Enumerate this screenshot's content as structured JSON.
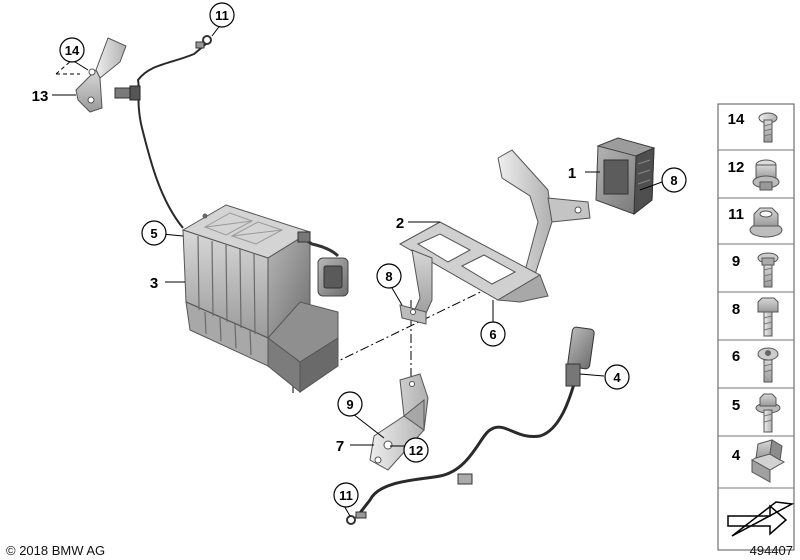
{
  "callouts": {
    "n1": "1",
    "n2": "2",
    "n3": "3",
    "n4": "4",
    "n5": "5",
    "n6": "6",
    "n7": "7",
    "n8a": "8",
    "n8b": "8",
    "n9": "9",
    "n11a": "11",
    "n11b": "11",
    "n12": "12",
    "n13": "13",
    "n14": "14"
  },
  "parts_table": {
    "rows": [
      {
        "num": "14",
        "icon": "flat-head-screw-icon"
      },
      {
        "num": "12",
        "icon": "collar-nut-icon"
      },
      {
        "num": "11",
        "icon": "flange-hex-nut-icon"
      },
      {
        "num": "9",
        "icon": "pan-head-screw-icon"
      },
      {
        "num": "8",
        "icon": "hex-bolt-icon"
      },
      {
        "num": "6",
        "icon": "torx-screw-icon"
      },
      {
        "num": "5",
        "icon": "flange-bolt-icon"
      },
      {
        "num": "4",
        "icon": "spring-clip-icon"
      }
    ],
    "footer_icon": "direction-arrow-icon"
  },
  "footer": {
    "copyright": "© 2018 BMW AG",
    "diagram_number": "494407"
  }
}
